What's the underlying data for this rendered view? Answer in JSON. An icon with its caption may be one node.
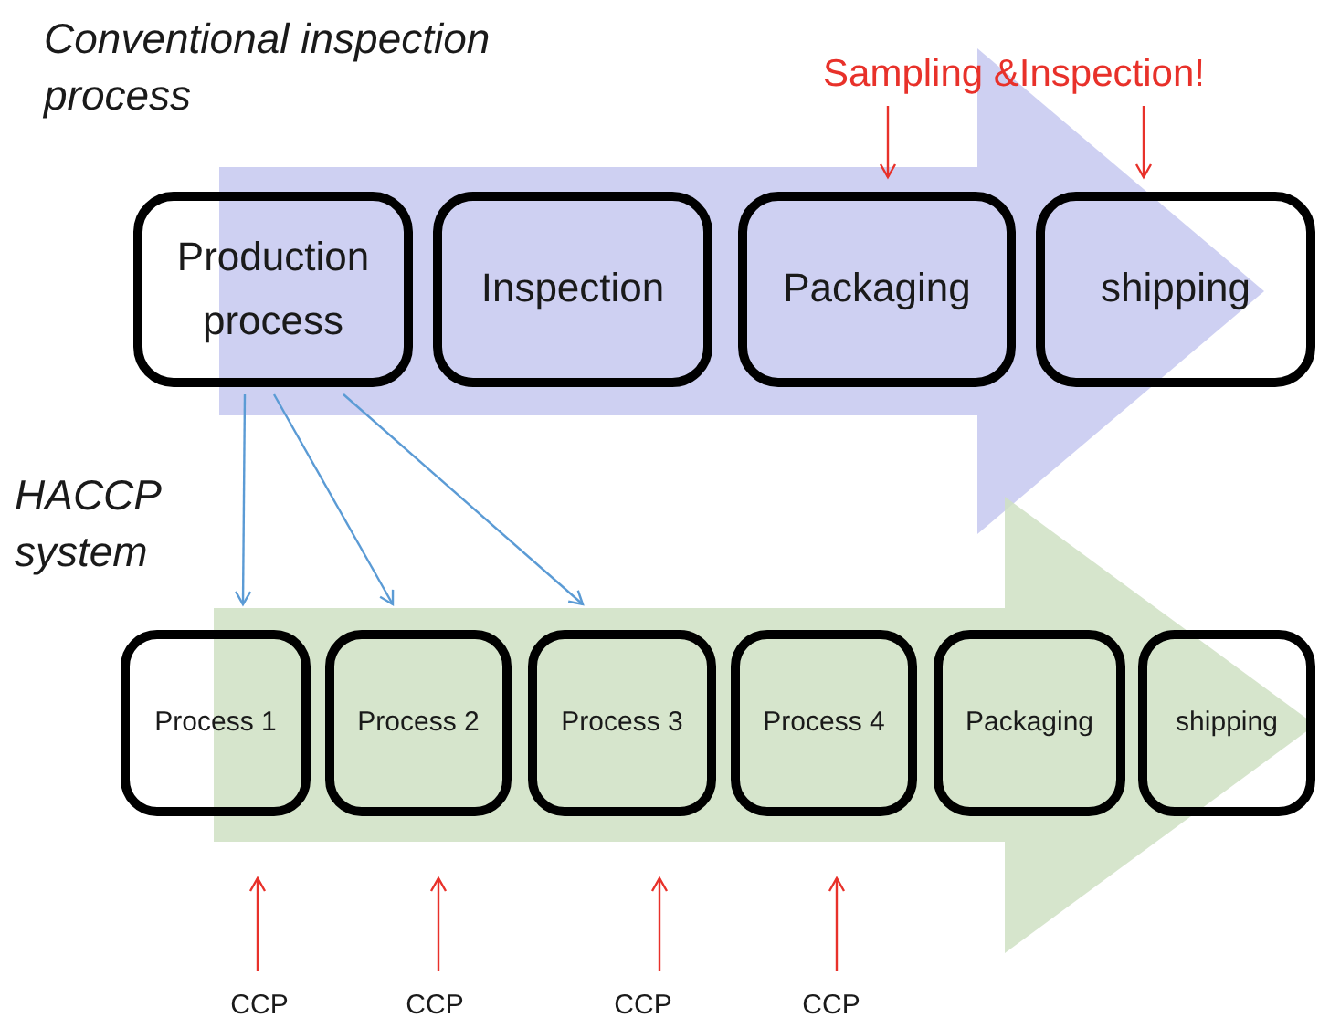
{
  "diagram": {
    "nodes": [
      {
        "text": [
          "Production process"
        ]
      },
      {
        "text": [
          "Inspection"
        ]
      },
      {
        "text": [
          "Packaging"
        ]
      },
      {
        "text": [
          "shipping"
        ]
      },
      {
        "text": [
          "Process 1"
        ]
      },
      {
        "text": [
          "Process 2"
        ]
      },
      {
        "text": [
          "Process 3"
        ]
      },
      {
        "text": [
          "Process 4"
        ]
      },
      {
        "text": [
          "Packaging"
        ]
      },
      {
        "text": [
          "shipping"
        ]
      },
      {
        "text": [
          "Sampling &Inspection!"
        ]
      },
      {
        "text": [
          "CCP"
        ]
      },
      {
        "text": [
          "CCP"
        ]
      },
      {
        "text": [
          "CCP"
        ]
      },
      {
        "text": [
          "CCP"
        ]
      }
    ],
    "edges": [
      {
        "from": 0,
        "to": 4,
        "arrow": "to",
        "color": "#5b9bd5"
      },
      {
        "from": 0,
        "to": 5,
        "arrow": "to",
        "color": "#5b9bd5"
      },
      {
        "from": 0,
        "to": 6,
        "arrow": "to",
        "color": "#5b9bd5"
      },
      {
        "from": 10,
        "to": 2,
        "arrow": "to",
        "color": "#e8312a"
      },
      {
        "from": 10,
        "to": 3,
        "arrow": "to",
        "color": "#e8312a"
      },
      {
        "from": 11,
        "to": 4,
        "arrow": "to",
        "color": "#e8312a"
      },
      {
        "from": 12,
        "to": 5,
        "arrow": "to",
        "color": "#e8312a"
      },
      {
        "from": 13,
        "to": 6,
        "arrow": "to",
        "color": "#e8312a"
      },
      {
        "from": 14,
        "to": 7,
        "arrow": "to",
        "color": "#e8312a"
      },
      {
        "from": 0,
        "to": 3,
        "arrow": "to",
        "style": "thick",
        "color": "#c5c8f0"
      },
      {
        "from": 4,
        "to": 9,
        "arrow": "to",
        "style": "thick",
        "color": "#cfe0c3"
      }
    ],
    "labels": [
      "Conventional inspection process",
      "HACCP system"
    ]
  }
}
